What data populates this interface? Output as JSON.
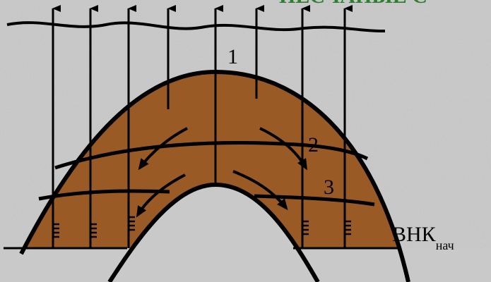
{
  "labels": {
    "title_fragment": "ПЕСЧАНЫЕ С",
    "zone_1": "1",
    "zone_2": "2",
    "zone_3": "3",
    "owc_main": "ВНК",
    "owc_sub": "нач"
  },
  "colors": {
    "background": "#c9c9c9",
    "reservoir_fill": "#9a5a26",
    "outline": "#000000",
    "title": "#2e7d32"
  }
}
